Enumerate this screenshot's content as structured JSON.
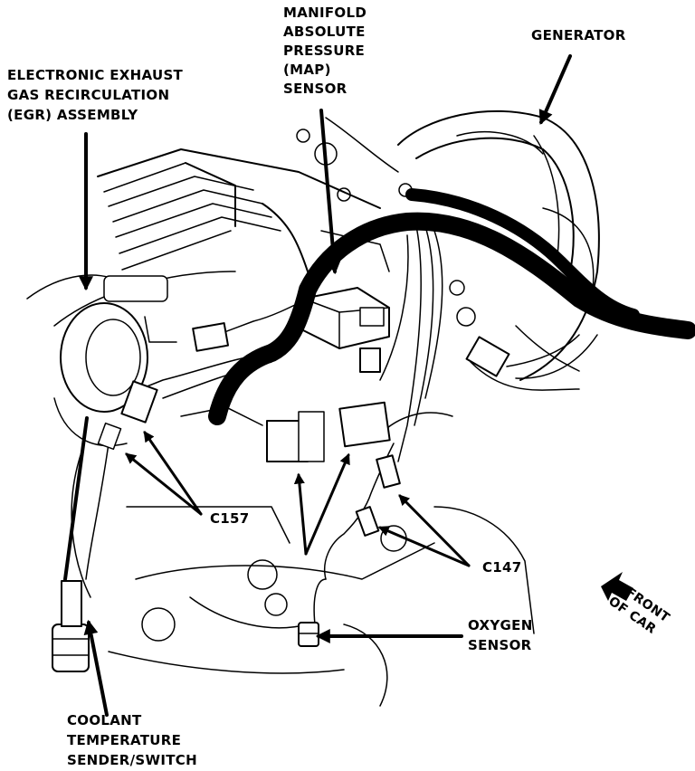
{
  "labels": {
    "egr": [
      "ELECTRONIC EXHAUST",
      "GAS RECIRCULATION",
      "(EGR) ASSEMBLY"
    ],
    "map": [
      "MANIFOLD",
      "ABSOLUTE",
      "PRESSURE",
      "(MAP)",
      "SENSOR"
    ],
    "generator": "GENERATOR",
    "c157": "C157",
    "c147": "C147",
    "oxygen": [
      "OXYGEN",
      "SENSOR"
    ],
    "coolant": [
      "COOLANT",
      "TEMPERATURE",
      "SENDER/SWITCH"
    ],
    "front": [
      "FRONT",
      "OF CAR"
    ]
  },
  "colors": {
    "ink": "#000000",
    "paper": "#ffffff"
  }
}
